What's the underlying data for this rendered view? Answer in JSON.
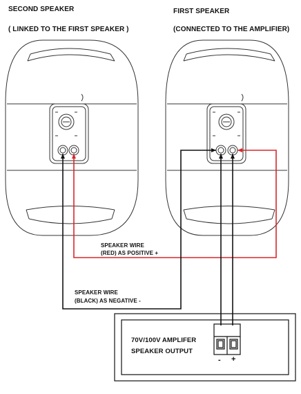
{
  "labels": {
    "second_title": "SECOND SPEAKER",
    "second_sub": "( LINKED TO THE FIRST SPEAKER )",
    "first_title": "FIRST SPEAKER",
    "first_sub": "(CONNECTED TO THE AMPLIFIER)",
    "red_wire_1": "SPEAKER WIRE",
    "red_wire_2": "(RED) AS POSITIVE +",
    "black_wire_1": "SPEAKER WIRE",
    "black_wire_2": "(BLACK) AS NEGATIVE -",
    "amp_1": "70V/100V AMPLIFER",
    "amp_2": "SPEAKER OUTPUT",
    "minus": "-",
    "plus": "+"
  },
  "colors": {
    "red_wire": "#d9262b",
    "black_wire": "#111111",
    "outline": "#333333"
  }
}
